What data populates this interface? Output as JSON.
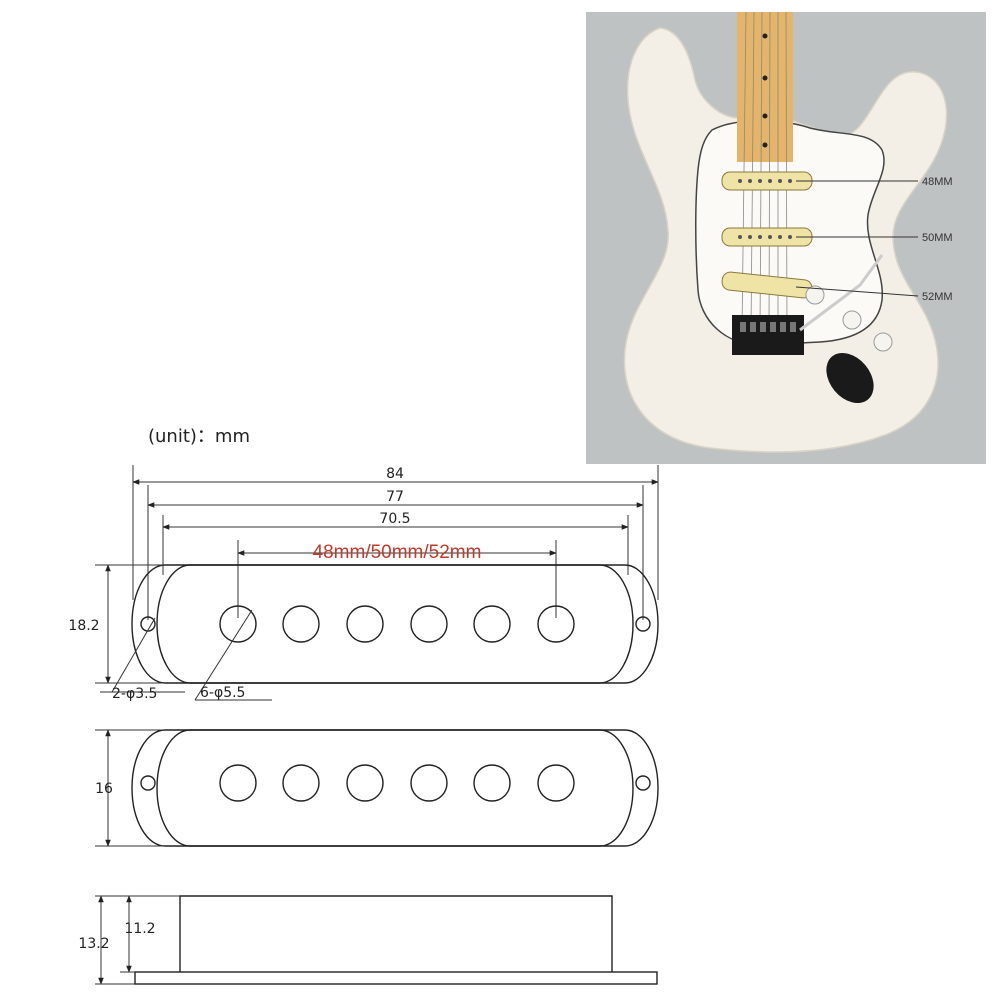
{
  "unit_label": "(unit)：mm",
  "colors": {
    "accent_text": "#c0392b",
    "line": "#222222",
    "photo_background": "#bfc2c2",
    "guitar_body": "#f3efe6",
    "pickup": "#efe3a6",
    "neck": "#e4b469"
  },
  "dimensions": {
    "overall_width": "84",
    "mount_span": "77",
    "inner_width": "70.5",
    "pole_spacing": "48mm/50mm/52mm",
    "top_height": "18.2",
    "mount_hole_note": "2-φ3.5",
    "pole_hole_note": "6-φ5.5",
    "middle_height": "16",
    "side_inner_height": "11.2",
    "side_total_height": "13.2"
  },
  "photo_labels": {
    "neck_pickup": "48MM",
    "middle_pickup": "50MM",
    "bridge_pickup": "52MM"
  }
}
